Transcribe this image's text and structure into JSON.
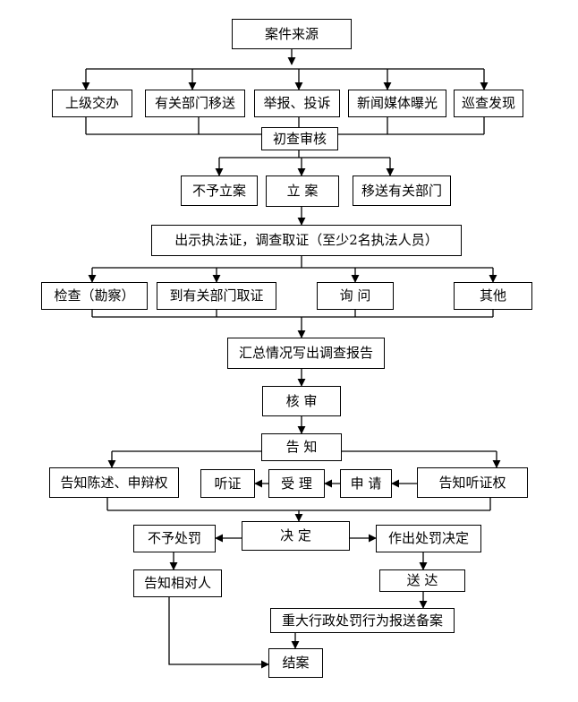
{
  "nodes": {
    "case_source": "案件来源",
    "superior": "上级交办",
    "dept_transfer": "有关部门移送",
    "report": "举报、投诉",
    "news": "新闻媒体曝光",
    "patrol": "巡查发现",
    "initial_review": "初查审核",
    "no_case": "不予立案",
    "file_case": "立  案",
    "transfer_dept": "移送有关部门",
    "show_cert": "出示执法证，调查取证（至少2名执法人员）",
    "inspect": "检查（勘察）",
    "evidence_dept": "到有关部门取证",
    "inquire": "询  问",
    "other": "其他",
    "summary": "汇总情况写出调查报告",
    "verify": "核 审",
    "notify": "告  知",
    "notify_defense": "告知陈述、申辩权",
    "hearing": "听证",
    "accept": "受 理",
    "apply": "申 请",
    "notify_hearing": "告知听证权",
    "no_penalty": "不予处罚",
    "decide": "决    定",
    "make_decision": "作出处罚决定",
    "notify_party": "告知相对人",
    "deliver": "送  达",
    "report_file": "重大行政处罚行为报送备案",
    "close": "结案"
  }
}
